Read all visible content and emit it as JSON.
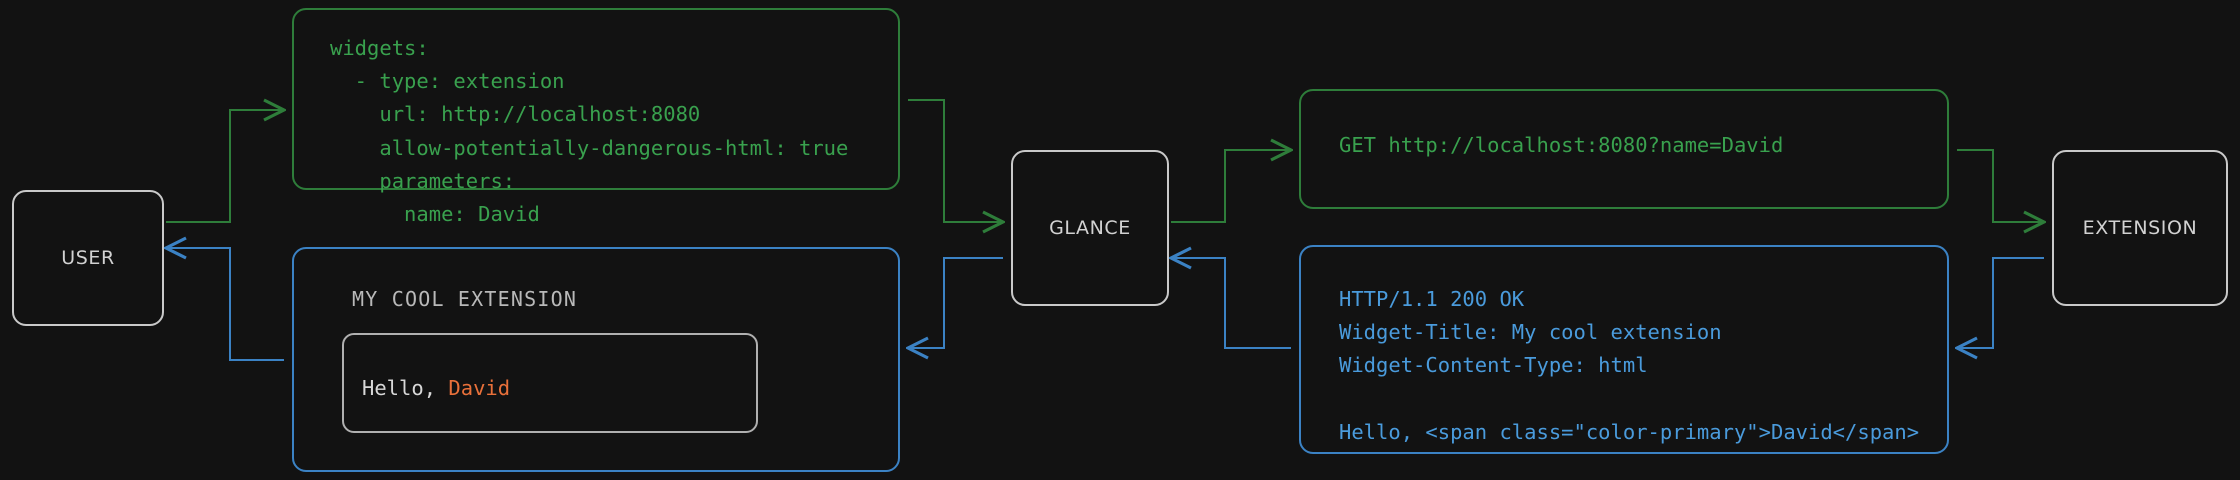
{
  "diagram": {
    "background_color": "#121212",
    "request_color": "#39a14e",
    "response_color": "#4a9bdc",
    "actor_color": "#c9c9c9",
    "accent_color": "#e8703a"
  },
  "actors": {
    "user": "USER",
    "glance": "GLANCE",
    "extension": "EXTENSION"
  },
  "config": {
    "yaml": "widgets:\n  - type: extension\n    url: http://localhost:8080\n    allow-potentially-dangerous-html: true\n    parameters:\n      name: David"
  },
  "request": {
    "text": "GET http://localhost:8080?name=David"
  },
  "response": {
    "text": "HTTP/1.1 200 OK\nWidget-Title: My cool extension\nWidget-Content-Type: html\n\nHello, <span class=\"color-primary\">David</span>"
  },
  "widget_preview": {
    "title": "MY COOL EXTENSION",
    "greeting_prefix": "Hello, ",
    "greeting_name": "David"
  }
}
